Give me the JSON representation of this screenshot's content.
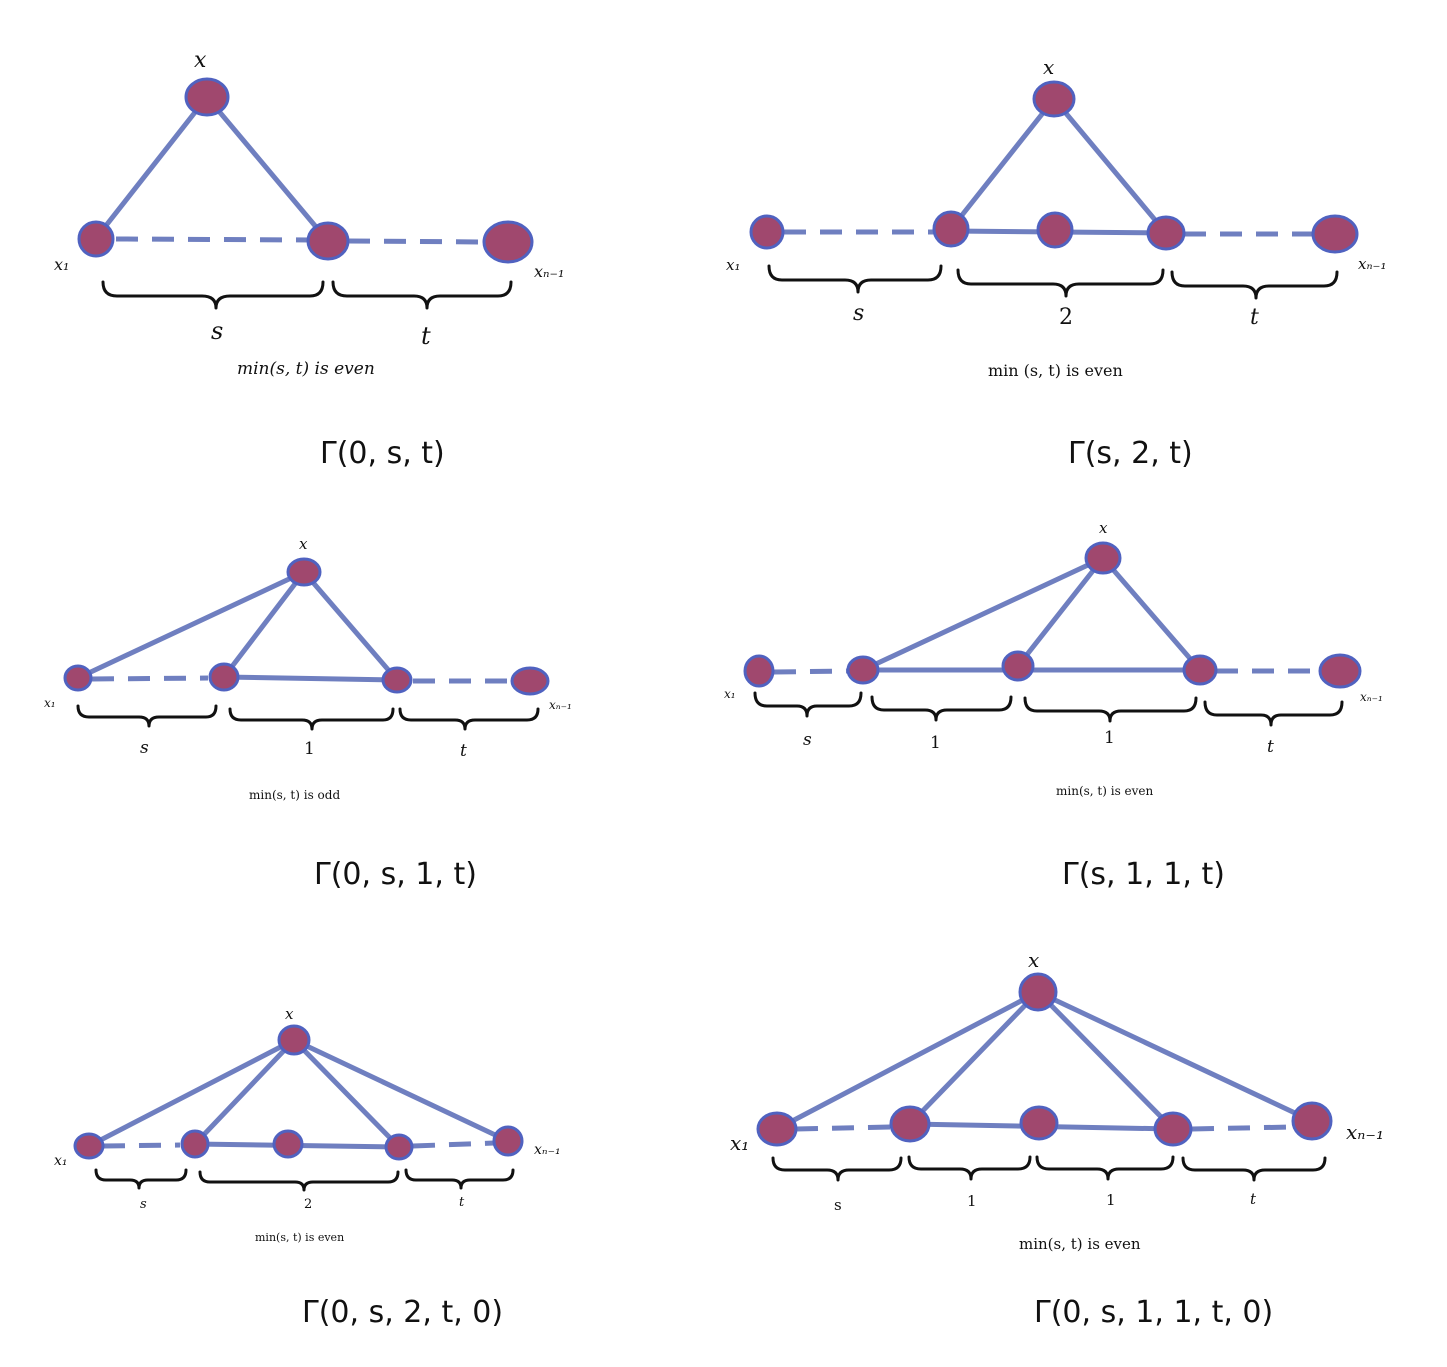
{
  "panels": [
    {
      "id": "p1",
      "caption": "Γ(0, s, t)",
      "condition": "min(s, t) is even",
      "vertex_top": "x",
      "vertex_left": "x₁",
      "vertex_right": "xₙ₋₁",
      "segments": [
        "s",
        "t"
      ]
    },
    {
      "id": "p2",
      "caption": "Γ(s, 2, t)",
      "condition": "min (s, t) is even",
      "vertex_top": "x",
      "vertex_left": "x₁",
      "vertex_right": "xₙ₋₁",
      "segments": [
        "s",
        "2",
        "t"
      ]
    },
    {
      "id": "p3",
      "caption": "Γ(0, s, 1, t)",
      "condition": "min(s, t) is odd",
      "vertex_top": "x",
      "vertex_left": "x₁",
      "vertex_right": "xₙ₋₁",
      "segments": [
        "s",
        "1",
        "t"
      ]
    },
    {
      "id": "p4",
      "caption": "Γ(s, 1, 1, t)",
      "condition": "min(s, t) is even",
      "vertex_top": "x",
      "vertex_left": "x₁",
      "vertex_right": "xₙ₋₁",
      "segments": [
        "s",
        "1",
        "1",
        "t"
      ]
    },
    {
      "id": "p5",
      "caption": "Γ(0, s, 2, t, 0)",
      "condition": "min(s, t)  is even",
      "vertex_top": "x",
      "vertex_left": "x₁",
      "vertex_right": "xₙ₋₁",
      "segments": [
        "s",
        "2",
        "t"
      ]
    },
    {
      "id": "p6",
      "caption": "Γ(0, s, 1, 1, t, 0)",
      "condition": "min(s, t)  is even",
      "vertex_top": "x",
      "vertex_left": "x₁",
      "vertex_right": "xₙ₋₁",
      "segments": [
        "s",
        "1",
        "1",
        "t"
      ]
    }
  ],
  "colors": {
    "node_fill": "#a0486e",
    "node_stroke": "#5062c0",
    "edge": "#6f7fc0",
    "brace": "#111111"
  }
}
